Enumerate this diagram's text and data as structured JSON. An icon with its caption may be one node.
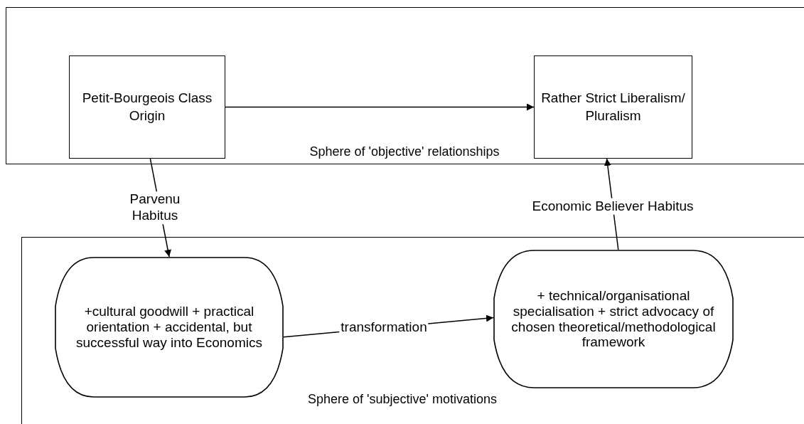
{
  "diagram": {
    "nodes": [
      {
        "text": [
          "Sphere of 'objective' relationships"
        ]
      },
      {
        "text": [
          "Petit-Bourgeois Class Origin"
        ],
        "in": 0
      },
      {
        "text": [
          "Rather Strict Liberalism/ Pluralism"
        ],
        "in": 0
      },
      {
        "text": [
          "Sphere of 'subjective' motivations"
        ]
      },
      {
        "text": [
          "+cultural goodwill + practical orientation + accidental, but successful way into Economics"
        ],
        "in": 3
      },
      {
        "text": [
          "+ technical/organisational specialisation + strict advocacy of chosen theoretical/methodological framework"
        ],
        "in": 3
      }
    ],
    "edges": [
      {
        "from": 1,
        "to": 2,
        "arrow": "to"
      },
      {
        "from": 1,
        "to": 4,
        "arrow": "to",
        "label": "Parvenu Habitus"
      },
      {
        "from": 4,
        "to": 5,
        "arrow": "to",
        "label": "transformation"
      },
      {
        "from": 5,
        "to": 2,
        "arrow": "to",
        "label": "Economic Believer Habitus"
      }
    ]
  }
}
